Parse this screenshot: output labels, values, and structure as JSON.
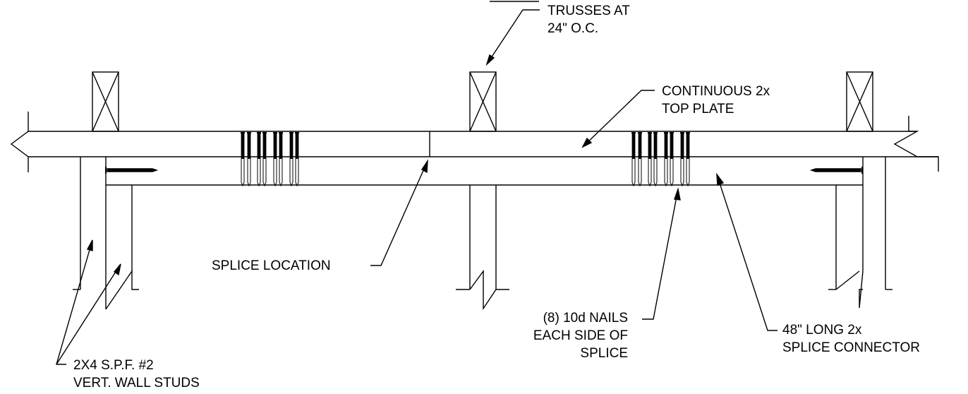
{
  "colors": {
    "line": "#000000",
    "background": "#ffffff",
    "nail": "#000000"
  },
  "labels": {
    "trusses": [
      "TRUSSES AT",
      "24\" O.C."
    ],
    "top_plate": [
      "CONTINUOUS 2x",
      "TOP PLATE"
    ],
    "splice_location": "SPLICE LOCATION",
    "nails": [
      "(8) 10d NAILS",
      "EACH SIDE OF",
      "SPLICE"
    ],
    "connector": [
      "48\" LONG 2x",
      "SPLICE CONNECTOR"
    ],
    "studs": [
      "2X4 S.P.F. #2",
      "VERT. WALL STUDS"
    ]
  }
}
